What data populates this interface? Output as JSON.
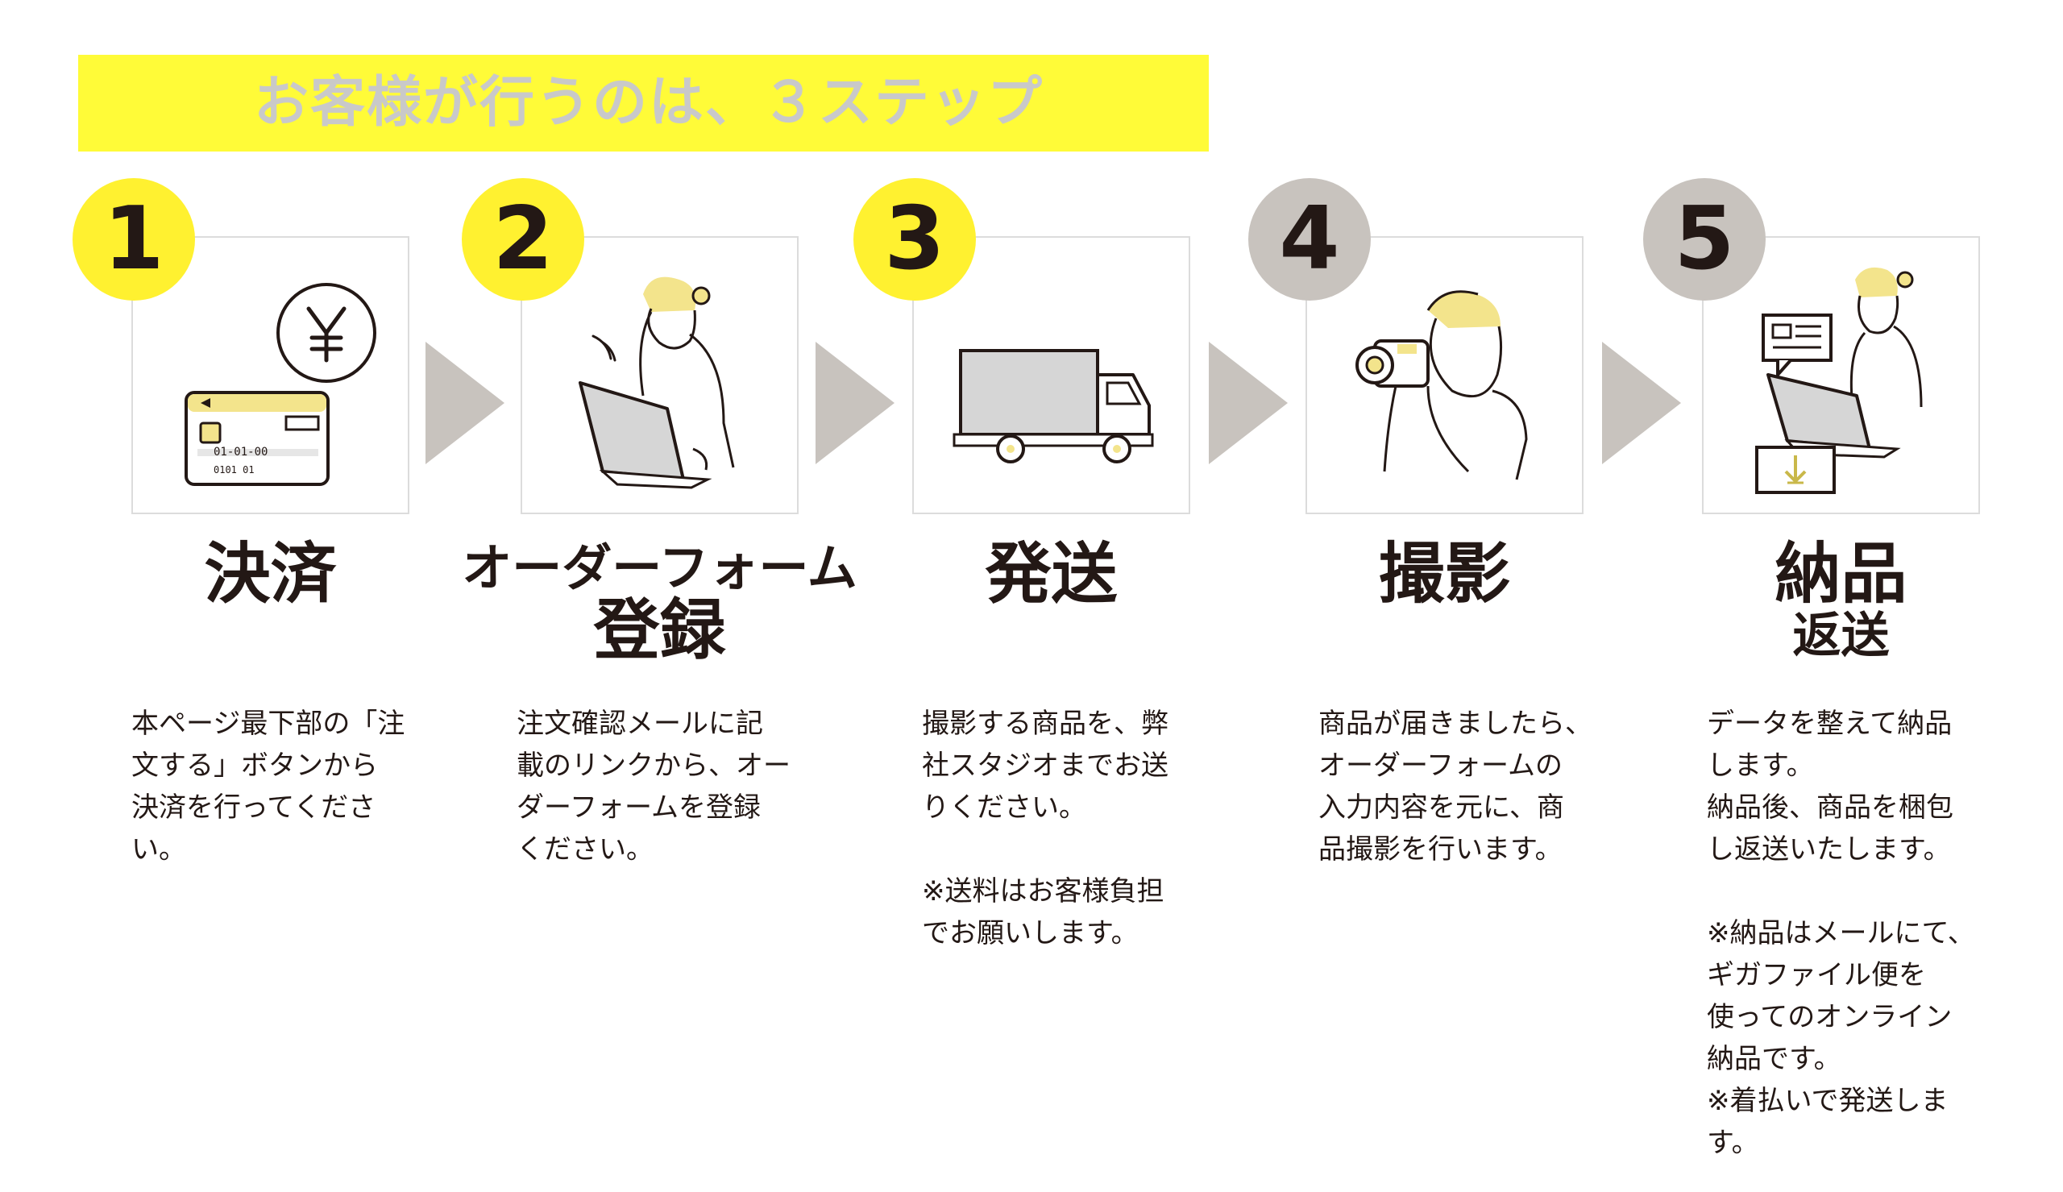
{
  "banner": {
    "text": "お客様が行うのは、３ステップ",
    "color": "#fffb38",
    "text_color": "#c9c9c9"
  },
  "colors": {
    "badge_yellow": "#fff130",
    "badge_gray": "#c8c3be",
    "arrow": "#c8c3be",
    "accent_illustration": "#f3e48c"
  },
  "steps": [
    {
      "number": "1",
      "badge_style": "yellow",
      "illustration": "credit-card-yen-icon",
      "title": "決済",
      "subtitle": "",
      "description": "本ページ最下部の「注\n文する」ボタンから\n決済を行ってくださ\nい。"
    },
    {
      "number": "2",
      "badge_style": "yellow",
      "illustration": "person-laptop-icon",
      "title": "オーダーフォーム",
      "subtitle": "登録",
      "description": "注文確認メールに記\n載のリンクから、オー\nダーフォームを登録\nください。"
    },
    {
      "number": "3",
      "badge_style": "yellow",
      "illustration": "delivery-truck-icon",
      "title": "発送",
      "subtitle": "",
      "description": "撮影する商品を、弊\n社スタジオまでお送\nりください。\n\n※送料はお客様負担\nでお願いします。"
    },
    {
      "number": "4",
      "badge_style": "gray",
      "illustration": "photographer-camera-icon",
      "title": "撮影",
      "subtitle": "",
      "description": "商品が届きましたら、\nオーダーフォームの\n入力内容を元に、商\n品撮影を行います。"
    },
    {
      "number": "5",
      "badge_style": "gray",
      "illustration": "person-laptop-download-icon",
      "title": "納品",
      "subtitle": "返送",
      "description": "データを整えて納品\nします。\n納品後、商品を梱包\nし返送いたします。\n\n※納品はメールにて、\nギガファイル便を\n使ってのオンライン\n納品です。\n※着払いで発送しま\nす。"
    }
  ]
}
